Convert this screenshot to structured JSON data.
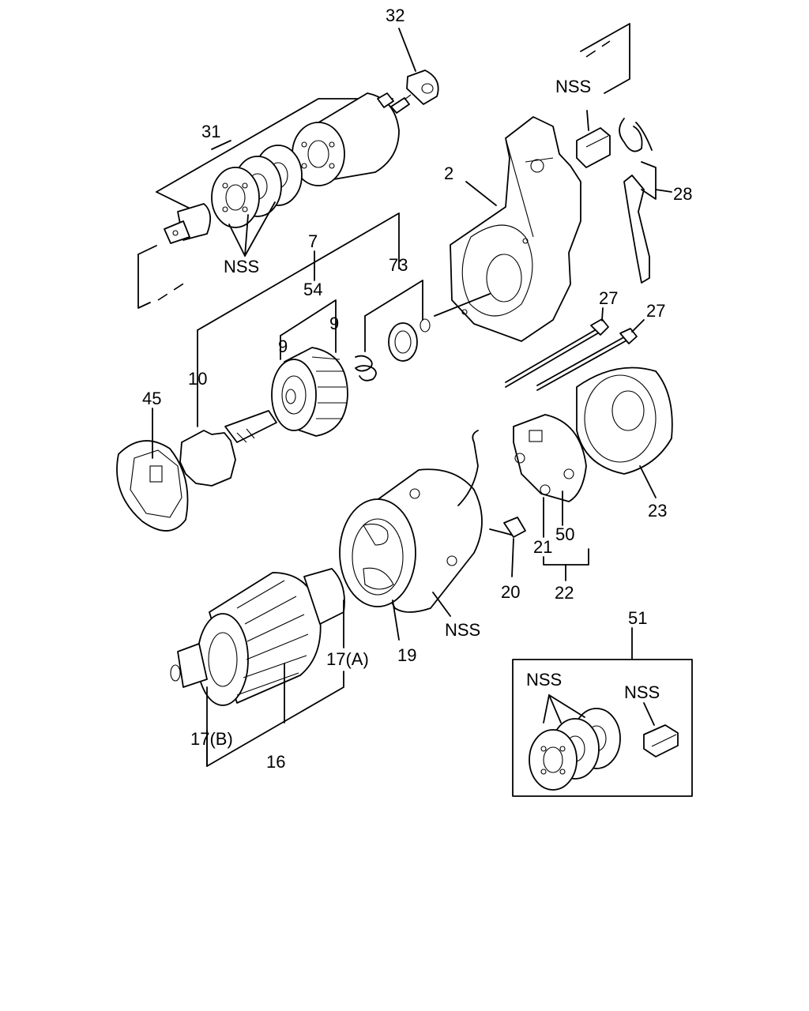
{
  "callouts": {
    "c32": "32",
    "c31": "31",
    "nss_top_right": "NSS",
    "c2": "2",
    "c28": "28",
    "nss_solenoid_plates": "NSS",
    "c7": "7",
    "c73": "73",
    "c54": "54",
    "c9_left": "9",
    "c9_right": "9",
    "c27_left": "27",
    "c27_right": "27",
    "c10": "10",
    "c45": "45",
    "c23": "23",
    "c21": "21",
    "c50": "50",
    "c22": "22",
    "c20": "20",
    "c19": "19",
    "nss_yoke": "NSS",
    "c17a": "17(A)",
    "c17b": "17(B)",
    "c16": "16",
    "c51": "51",
    "nss_kit_plates": "NSS",
    "nss_kit_contact": "NSS"
  }
}
